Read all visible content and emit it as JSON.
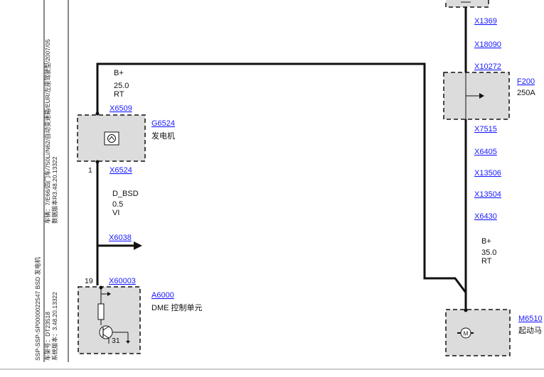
{
  "colors": {
    "wire": "#111111",
    "box_fill": "#dcdcdc",
    "box_stroke": "#111111",
    "link": "#1a1aff",
    "text": "#111111"
  },
  "sidebar": {
    "col1_line1": "SSP-SSP-SP0000022547 BSD 发电机",
    "col1_line2": "车架号：DT23518",
    "col1_line3": "系统版本：3.48.20.13322",
    "col2_line1": "车辆：7/E66/四门车/750Li/N62/自动变速箱/EUR/左座驾驶型/2007/05",
    "col2_line2": "数据版本R3.48.20.13322"
  },
  "connectors": {
    "x1369": "X1369",
    "x18090": "X18090",
    "x10272": "X10272",
    "x7515": "X7515",
    "x6405": "X6405",
    "x13506": "X13506",
    "x13504": "X13504",
    "x6430": "X6430",
    "x6509": "X6509",
    "x6524": "X6524",
    "x6038": "X6038",
    "x60003": "X60003"
  },
  "components": {
    "g6524": {
      "id": "G6524",
      "name": "发电机"
    },
    "a6000": {
      "id": "A6000",
      "name": "DME 控制单元"
    },
    "f200": {
      "id": "F200",
      "rating": "250A"
    },
    "m6510": {
      "id": "M6510",
      "name": "起动马"
    }
  },
  "wires": {
    "b_plus_top": {
      "signal": "B+",
      "gauge": "25.0",
      "color": "RT"
    },
    "d_bsd": {
      "signal": "D_BSD",
      "gauge": "0.5",
      "color": "VI"
    },
    "b_plus_right": {
      "signal": "B+",
      "gauge": "35.0",
      "color": "RT"
    }
  },
  "pins": {
    "g6524_pin": "1",
    "a6000_pin19": "19",
    "a6000_pin31": "31"
  }
}
